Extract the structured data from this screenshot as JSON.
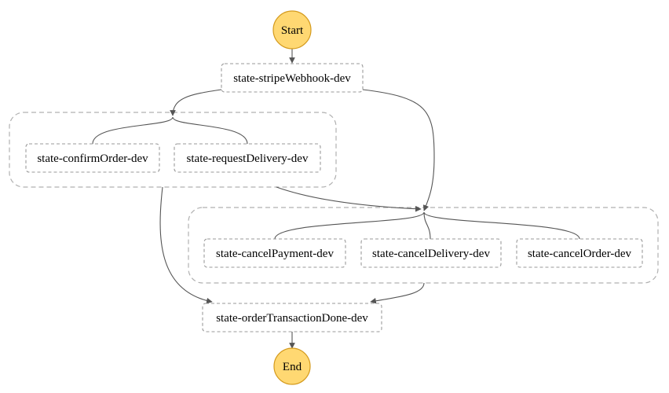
{
  "diagram": {
    "type": "step-functions-workflow",
    "colors": {
      "terminal_fill": "#ffd872",
      "terminal_stroke": "#d49a1d",
      "state_stroke": "#9a9a9a",
      "group_stroke": "#b0b0b0",
      "edge": "#555555"
    },
    "start": {
      "label": "Start"
    },
    "end": {
      "label": "End"
    },
    "states": {
      "stripe_webhook": "state-stripeWebhook-dev",
      "confirm_order": "state-confirmOrder-dev",
      "request_delivery": "state-requestDelivery-dev",
      "cancel_payment": "state-cancelPayment-dev",
      "cancel_delivery": "state-cancelDelivery-dev",
      "cancel_order": "state-cancelOrder-dev",
      "order_transaction_done": "state-orderTransactionDone-dev"
    }
  }
}
